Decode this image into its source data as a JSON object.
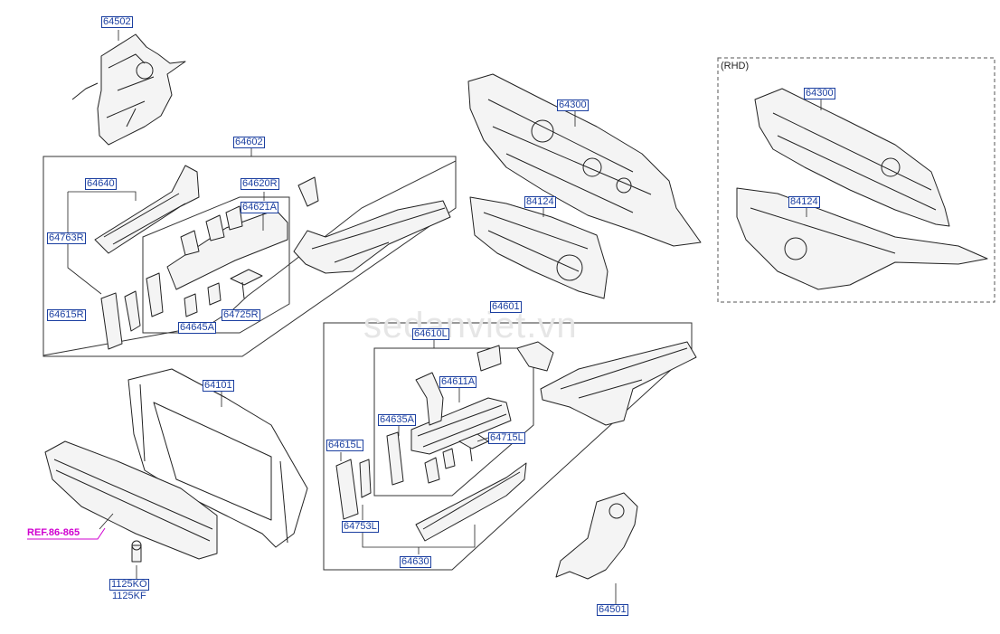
{
  "watermark": "sedanviet.vn",
  "rhd_note": "(RHD)",
  "ref_label": "REF.86-865",
  "labels": {
    "p64502": "64502",
    "p64602": "64602",
    "p64640": "64640",
    "p64620R": "64620R",
    "p64621A_r": "64621A",
    "p64763R": "64763R",
    "p64615R": "64615R",
    "p64645A": "64645A",
    "p64725R": "64725R",
    "p64300": "64300",
    "p84124": "84124",
    "p64300_rhd": "64300",
    "p84124_rhd": "84124",
    "p64601": "64601",
    "p64610L": "64610L",
    "p64611A": "64611A",
    "p64635A": "64635A",
    "p64715L": "64715L",
    "p64615L": "64615L",
    "p64753L": "64753L",
    "p64630": "64630",
    "p64101": "64101",
    "p64501": "64501",
    "p1125KO": "1125KO",
    "p1125KF": "1125KF"
  },
  "colors": {
    "label_blue": "#1b3fa0",
    "ref_magenta": "#d000d0",
    "line": "#222222"
  }
}
